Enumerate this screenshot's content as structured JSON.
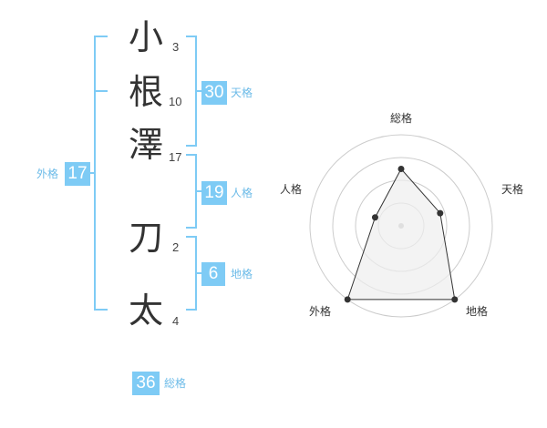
{
  "name": {
    "characters": [
      {
        "char": "小",
        "strokes": "3"
      },
      {
        "char": "根",
        "strokes": "10"
      },
      {
        "char": "澤",
        "strokes": "17"
      },
      {
        "char": "刀",
        "strokes": "2"
      },
      {
        "char": "太",
        "strokes": "4"
      }
    ]
  },
  "fortune": {
    "tenkaku": {
      "value": "30",
      "label": "天格"
    },
    "jinkaku": {
      "value": "19",
      "label": "人格"
    },
    "chikaku": {
      "value": "6",
      "label": "地格"
    },
    "gaikaku": {
      "value": "17",
      "label": "外格"
    },
    "soukaku": {
      "value": "36",
      "label": "総格"
    }
  },
  "chart_data": {
    "type": "radar",
    "axes": [
      "総格",
      "天格",
      "地格",
      "外格",
      "人格"
    ],
    "values": [
      2.5,
      1.8,
      4,
      4,
      1.2
    ],
    "rmax": 4,
    "rings": 4,
    "colors": {
      "fill": "#eeeeee",
      "stroke": "#333333",
      "ring": "#cccccc",
      "center": "#bbbbbb",
      "accent": "#7ecbf5"
    }
  }
}
